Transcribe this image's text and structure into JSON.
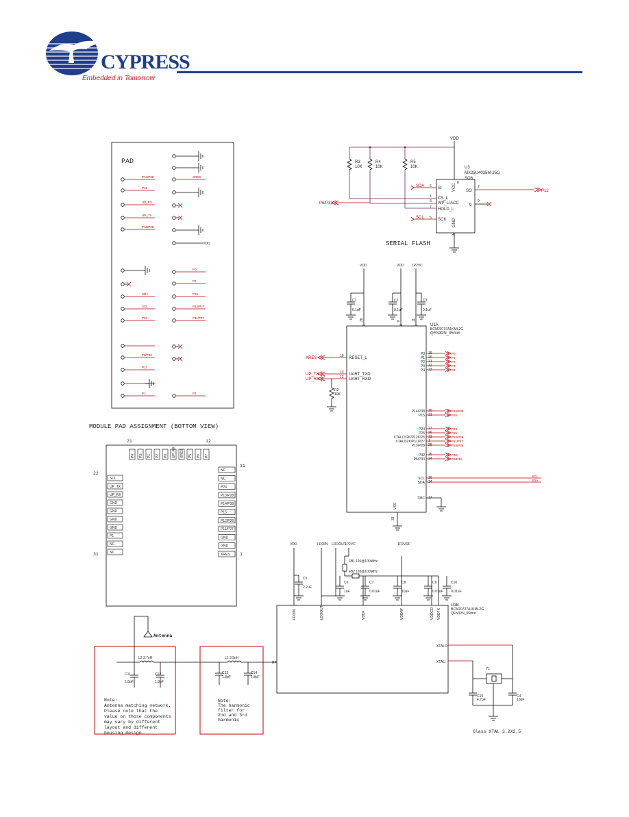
{
  "header": {
    "brand": "CYPRESS",
    "tagline": "Embedded in Tomorrow",
    "rule_color": "#1f3e8c",
    "logo_icon": "cypress-tree-logo-icon"
  },
  "pad_panel": {
    "title": "PAD",
    "caption": "MODULE PAD ASSIGNMENT (BOTTOM VIEW)",
    "left_labels": [
      "P14/P38",
      "P15",
      "UP_RX",
      "UP_TX",
      "P13/P28",
      "",
      "SDA",
      "SCL",
      "P24",
      "P4",
      "P6/P33",
      "P12",
      "",
      "P1"
    ],
    "right_labels": [
      "",
      "",
      "XRES",
      "",
      "",
      "",
      "",
      "VDD",
      "P0",
      "P2",
      "P25",
      "P12/P27",
      "P11/P27",
      "",
      "",
      "",
      "",
      "P3"
    ]
  },
  "module_view": {
    "num_top_left": "21",
    "num_top_right": "12",
    "num_right_top": "11",
    "num_left_top": "22",
    "num_left_bottom": "31",
    "num_right_bottom": "1",
    "top_pins": [
      "P4",
      "P3",
      "P1",
      "P2",
      "P0",
      "UP_RX",
      "XRES",
      "P5",
      "P6",
      "P7"
    ],
    "left_pins": [
      "SCL",
      "UP_TX",
      "UP_RX",
      "GND",
      "GND",
      "GND",
      "GND",
      "P1",
      "NC",
      "NC"
    ],
    "right_pins": [
      "NC",
      "NC",
      "P24",
      "P13/P28",
      "P14/P38",
      "P15",
      "P12/P26",
      "P11/P27",
      "GND",
      "GND",
      "XRES"
    ]
  },
  "flash": {
    "title": "SERIAL FLASH",
    "vdd": "VDD",
    "ref": "U3",
    "part": "MX25U4035M-25G",
    "pkg": "SO8",
    "resistors": [
      {
        "ref": "R3",
        "val": "10K"
      },
      {
        "ref": "R4",
        "val": "10K"
      },
      {
        "ref": "R5",
        "val": "10K"
      }
    ],
    "pins_left": [
      {
        "num": "5",
        "name": "SI",
        "net": "SDA"
      },
      {
        "num": "1",
        "name": "CS_L",
        "net": ""
      },
      {
        "num": "3",
        "name": "WP_L/ACC",
        "net": "P6/P33"
      },
      {
        "num": "7",
        "name": "HOLD_L",
        "net": ""
      },
      {
        "num": "6",
        "name": "SCK",
        "net": "SCL"
      }
    ],
    "pins_right": [
      {
        "num": "2",
        "name": "SO",
        "net": "P12"
      },
      {
        "num": "9",
        "name": "",
        "net": ""
      }
    ],
    "pin_vcc": {
      "num": "8",
      "name": "VCC"
    },
    "pin_gnd": {
      "num": "4",
      "name": "GND"
    }
  },
  "u1a": {
    "ref": "U1A",
    "part": "BCM20737A1KML2G",
    "pkg": "QFN32N_05mm",
    "rails": [
      "VDD",
      "VDD",
      "1P2VC"
    ],
    "caps": [
      {
        "ref": "C1",
        "val": "0.1uF"
      },
      {
        "ref": "C2",
        "val": "0.1uF"
      },
      {
        "ref": "C3",
        "val": "0.1uF"
      }
    ],
    "top_pins": [
      {
        "name": "VDDC",
        "num": "28"
      },
      {
        "name": "VDDM",
        "num": "8"
      },
      {
        "name": "VDDC",
        "num": "11"
      }
    ],
    "left_pins": [
      {
        "name": "RESET_L",
        "num": "18",
        "net": "XRES"
      },
      {
        "name": "UART_TXD",
        "num": "13",
        "net": "UP_TX"
      },
      {
        "name": "UART_RXD",
        "num": "12",
        "net": "UP_RX"
      }
    ],
    "r2": {
      "ref": "R2",
      "val": "10K"
    },
    "right_pins": [
      {
        "name": "P0",
        "num": "19",
        "net": "P0"
      },
      {
        "name": "P1",
        "num": "20",
        "net": "P1"
      },
      {
        "name": "P2",
        "num": "21",
        "net": "P2"
      },
      {
        "name": "P3",
        "num": "22",
        "net": "P3"
      },
      {
        "name": "P4",
        "num": "23",
        "net": "P4"
      },
      {
        "name": "P14/P38",
        "num": "30",
        "net": "P14/P38"
      },
      {
        "name": "P15",
        "num": "31",
        "net": "P15"
      },
      {
        "name": "P24",
        "num": "27",
        "net": "P24"
      },
      {
        "name": "P25",
        "num": "26",
        "net": "P25"
      },
      {
        "name": "XTALO32K/P12/P26",
        "num": "32",
        "net": "P12/P26"
      },
      {
        "name": "XTALI32K/P11/P27",
        "num": "1",
        "net": "P11/P27"
      },
      {
        "name": "P13/P28",
        "num": "29",
        "net": "P13/P28"
      },
      {
        "name": "P32",
        "num": "25",
        "net": "P32"
      },
      {
        "name": "P6/P33",
        "num": "24",
        "net": "P6/P33"
      },
      {
        "name": "SCL",
        "num": "16",
        "net": "SCL"
      },
      {
        "name": "SDA",
        "num": "14",
        "net": "SDA"
      },
      {
        "name": "TMC",
        "num": "17",
        "net": ""
      }
    ],
    "bottom_pin": {
      "name": "VSS",
      "num": "33"
    }
  },
  "u1b": {
    "ref": "U1B",
    "part": "BCM20737A1KML2G",
    "pkg": "QFN32N_05mm",
    "rails": [
      "VDD",
      "LDOIN",
      "LDOOUT",
      "1P2VC",
      "1P2VRF"
    ],
    "ferrites": [
      {
        "ref": "FB1",
        "val": "120@100MHz"
      },
      {
        "ref": "FB2",
        "val": "120@100MHz"
      }
    ],
    "caps": [
      {
        "ref": "C5",
        "val": "2.2uF"
      },
      {
        "ref": "C6",
        "val": "1uF"
      },
      {
        "ref": "C7",
        "val": "0.01uF"
      },
      {
        "ref": "C8",
        "val": "10uF"
      },
      {
        "ref": "C9",
        "val": "0.01uF"
      },
      {
        "ref": "C10",
        "val": "0.01uF"
      }
    ],
    "top_pins": [
      "LDOIN",
      "LDOOUT",
      "VDDF",
      "VDDRF",
      "VDDCO",
      "VDDTX"
    ],
    "rf_pin": "RF",
    "xtal_pins": [
      "XTALO",
      "XTALI"
    ],
    "xtal": {
      "ref": "Y1",
      "caps": [
        {
          "ref": "C15",
          "val": "4.7pF"
        },
        {
          "ref": "C4",
          "val": "10pF"
        }
      ],
      "note": "Glass XTAL 3.2X2.5"
    }
  },
  "antenna": {
    "label": "Antenna",
    "note": "Note:\nAntenna matching network.\nPlease note that the\nvalue on those components\nmay vary by different\nlayout and different\nhousing design.",
    "inductor": "L2 2.7nH",
    "caps": [
      {
        "ref": "C11",
        "val": "1.8pF"
      },
      {
        "ref": "C12",
        "val": "1.8pF"
      }
    ]
  },
  "filter": {
    "note": "Note:\nThe harmonic\nfilter for\n2nd and 3rd\nharmonic",
    "inductor": "L1 3.9nH",
    "caps": [
      {
        "ref": "C13",
        "val": "1.8pF"
      },
      {
        "ref": "C14",
        "val": "1.8pF"
      }
    ]
  }
}
